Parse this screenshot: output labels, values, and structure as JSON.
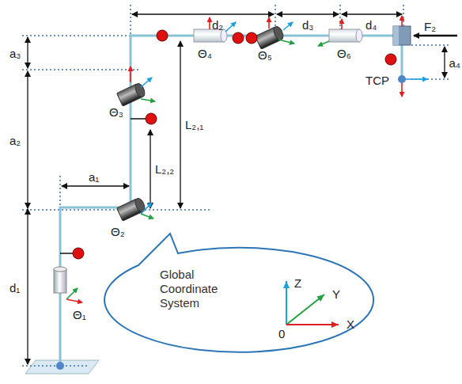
{
  "diagram": {
    "nodes": [
      {
        "text": [
          "Global Coordinate System"
        ]
      }
    ],
    "labels": [
      "d₁",
      "a₁",
      "a₂",
      "a₃",
      "d₂",
      "d₃",
      "d₄",
      "a₄",
      "L₂,₂",
      "L₂,₁",
      "Θ₁",
      "Θ₂",
      "Θ₃",
      "Θ₄",
      "Θ₅",
      "Θ₆",
      "F₂",
      "TCP",
      "Z",
      "Y",
      "0",
      "X"
    ]
  }
}
